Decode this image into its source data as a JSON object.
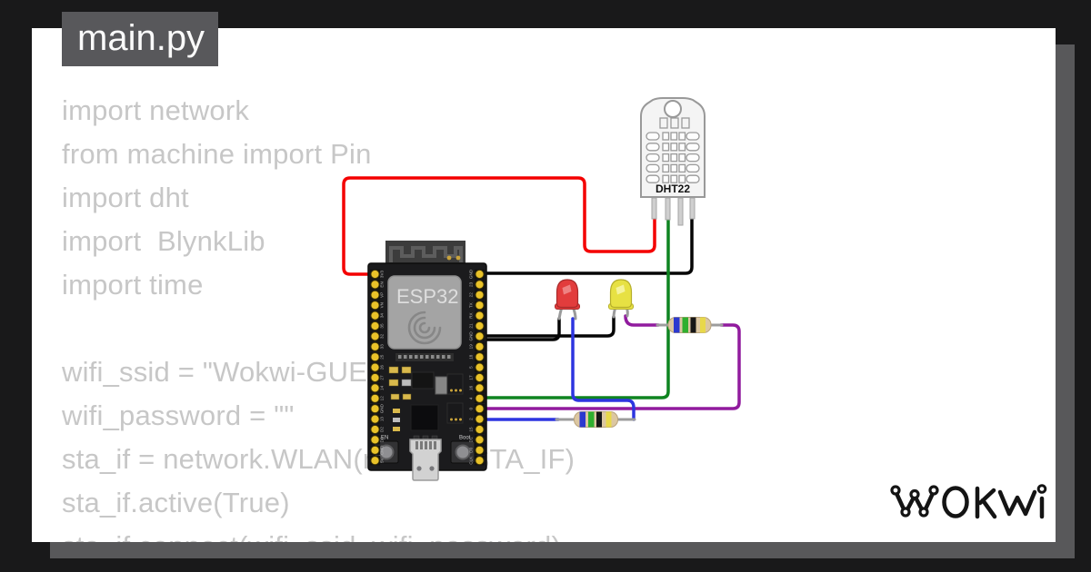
{
  "page": {
    "background": "#19191a"
  },
  "editor": {
    "tab_label": "main.py",
    "code_lines": [
      "import network",
      "from machine import Pin",
      "import dht",
      "import  BlynkLib",
      "import time",
      "",
      "wifi_ssid = \"Wokwi-GUEST\"",
      "wifi_password = \"\"",
      "sta_if = network.WLAN(network.STA_IF)",
      "sta_if.active(True)",
      "sta_if.connect(wifi_ssid, wifi_password)"
    ]
  },
  "circuit": {
    "board": {
      "label": "ESP32",
      "en_button_label": "EN",
      "boot_button_label": "Boot",
      "left_pin_labels": [
        "3V3",
        "EN",
        "VP",
        "VN",
        "34",
        "35",
        "32",
        "33",
        "25",
        "26",
        "27",
        "14",
        "12",
        "GND",
        "13",
        "D2",
        "D3",
        "CMD",
        "5V"
      ],
      "right_pin_labels": [
        "GND",
        "23",
        "22",
        "TX",
        "RX",
        "21",
        "GND",
        "19",
        "18",
        "5",
        "17",
        "16",
        "4",
        "0",
        "2",
        "15",
        "D1",
        "D0",
        "CLK"
      ]
    },
    "sensor": {
      "label": "DHT22"
    },
    "leds": [
      {
        "color_name": "red"
      },
      {
        "color_name": "yellow"
      }
    ],
    "resistors": [
      {
        "bands": [
          "blue",
          "green",
          "black",
          "yellow"
        ]
      },
      {
        "bands": [
          "blue",
          "green",
          "black",
          "yellow"
        ]
      }
    ]
  },
  "logo": {
    "text": "WOKWI"
  },
  "colors": {
    "wire_red": "#f40000",
    "wire_black": "#050505",
    "wire_green": "#0e8420",
    "wire_blue": "#2d35e0",
    "wire_purple": "#911b9e",
    "lead_gray": "#9c9c9c",
    "pin_yellow": "#e9c229",
    "led_red": "#e23c3c",
    "led_red_dark": "#a82a2a",
    "led_yellow": "#e7e143",
    "led_yellow_dark": "#b5ae2a",
    "resistor_body": "#dcc7a1",
    "band_blue": "#2b39cf",
    "band_green": "#2faf2f",
    "band_black": "#161616",
    "band_yellow": "#e8d84a",
    "card_bg": "#ffffff",
    "page_bg": "#19191a",
    "tab_bg": "#58585b",
    "shadow": "#58585a",
    "code_text": "#c7c7c7"
  }
}
